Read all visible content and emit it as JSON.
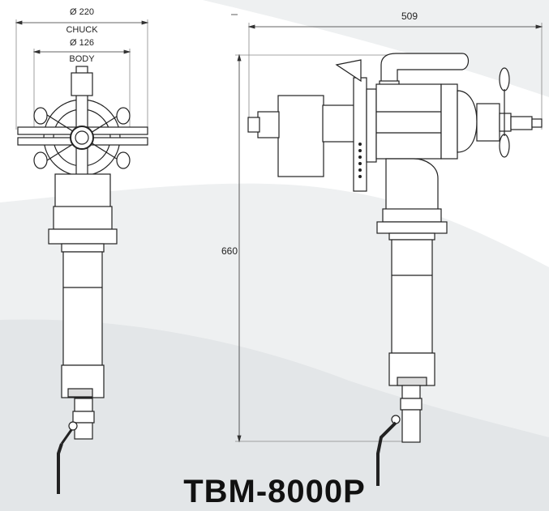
{
  "dimensions": {
    "chuck_diameter": "Ø 220",
    "chuck_label": "CHUCK",
    "body_diameter": "Ø 126",
    "body_label": "BODY",
    "length": "509",
    "height": "660"
  },
  "model_name": "TBM-8000P"
}
